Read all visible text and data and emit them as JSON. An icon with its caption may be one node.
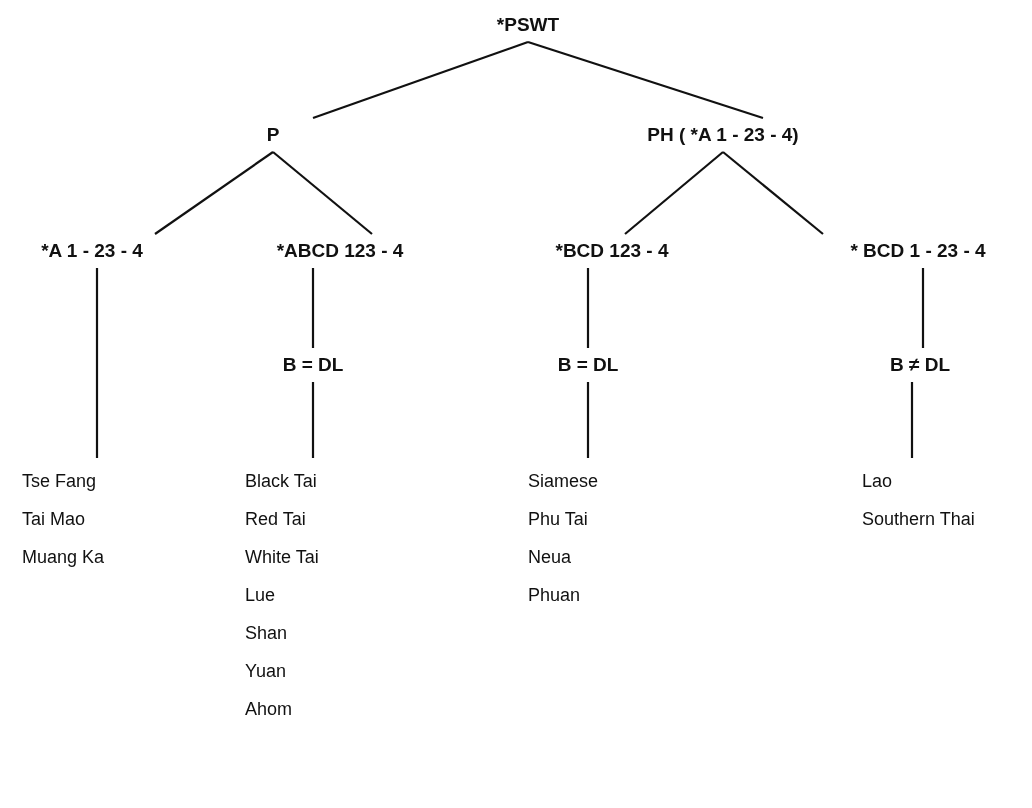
{
  "diagram": {
    "nodes": [
      {
        "text": [
          "*PSWT"
        ]
      },
      {
        "text": [
          "P"
        ]
      },
      {
        "text": [
          "PH ( *A 1 - 23 - 4)"
        ]
      },
      {
        "text": [
          "*A 1 - 23 - 4"
        ]
      },
      {
        "text": [
          "*ABCD 123 - 4"
        ]
      },
      {
        "text": [
          "*BCD 123 - 4"
        ]
      },
      {
        "text": [
          "* BCD 1 - 23 - 4"
        ]
      },
      {
        "text": [
          "B = DL"
        ]
      },
      {
        "text": [
          "B = DL"
        ]
      },
      {
        "text": [
          "B ≠ DL"
        ]
      },
      {
        "text": [
          "Tse Fang",
          "Tai Mao",
          "Muang Ka"
        ]
      },
      {
        "text": [
          "Black Tai",
          "Red Tai",
          "White Tai",
          "Lue",
          "Shan",
          "Yuan",
          "Ahom"
        ]
      },
      {
        "text": [
          "Siamese",
          "Phu Tai",
          "Neua",
          "Phuan"
        ]
      },
      {
        "text": [
          "Lao",
          "Southern Thai"
        ]
      }
    ],
    "edges": [
      {
        "from": 0,
        "to": 1,
        "arrow": "none"
      },
      {
        "from": 0,
        "to": 2,
        "arrow": "none"
      },
      {
        "from": 1,
        "to": 3,
        "arrow": "none"
      },
      {
        "from": 1,
        "to": 4,
        "arrow": "none"
      },
      {
        "from": 2,
        "to": 5,
        "arrow": "none"
      },
      {
        "from": 2,
        "to": 6,
        "arrow": "none"
      },
      {
        "from": 3,
        "to": 10,
        "arrow": "none"
      },
      {
        "from": 4,
        "to": 7,
        "arrow": "none"
      },
      {
        "from": 7,
        "to": 11,
        "arrow": "none"
      },
      {
        "from": 5,
        "to": 8,
        "arrow": "none"
      },
      {
        "from": 8,
        "to": 12,
        "arrow": "none"
      },
      {
        "from": 6,
        "to": 9,
        "arrow": "none"
      },
      {
        "from": 9,
        "to": 13,
        "arrow": "none"
      }
    ]
  }
}
